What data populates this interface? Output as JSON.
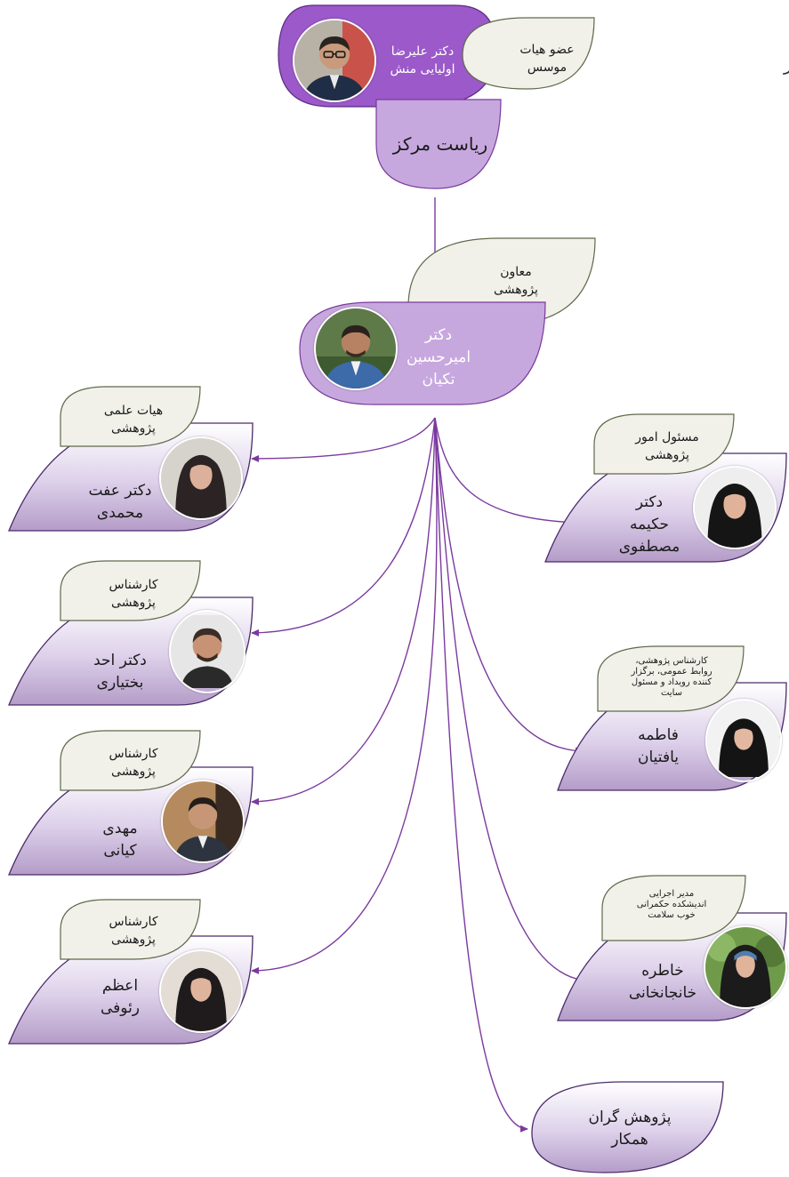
{
  "colors": {
    "line": "#7b3a9e",
    "head_fill": "#9b59c9",
    "title_fill": "#c7a8de",
    "role_fill": "#f1f1ea",
    "role_stroke": "#5f6a4a",
    "card_stroke": "#4b2a6b"
  },
  "director": {
    "name_line1": "دکتر علیرضا",
    "name_line2": "اولیایی منش",
    "role_line1": "عضو هیات",
    "role_line2": "موسس",
    "title": "ریاست مرکز",
    "photo_icon": "man-with-glasses-portrait"
  },
  "deputy": {
    "role_line1": "معاون",
    "role_line2": "پژوهشی",
    "name_line1": "دکتر",
    "name_line2": "امیرحسین",
    "name_line3": "تکیان",
    "photo_icon": "man-portrait"
  },
  "members": [
    {
      "role": [
        "هیات علمی",
        "پژوهشی"
      ],
      "name": [
        "دکتر عفت",
        "محمدی"
      ],
      "photo_icon": "woman-hijab-portrait"
    },
    {
      "role": [
        "کارشناس",
        "پژوهشی"
      ],
      "name": [
        "دکتر احد",
        "بختیاری"
      ],
      "photo_icon": "man-portrait"
    },
    {
      "role": [
        "کارشناس",
        "پژوهشی"
      ],
      "name": [
        "مهدی",
        "کیانی"
      ],
      "photo_icon": "man-portrait"
    },
    {
      "role": [
        "کارشناس",
        "پژوهشی"
      ],
      "name": [
        "اعظم",
        "رئوفی"
      ],
      "photo_icon": "woman-hijab-portrait"
    },
    {
      "role": [
        "مسئول امور",
        "پژوهشی"
      ],
      "name": [
        "دکتر",
        "حکیمه",
        "مصطفوی"
      ],
      "photo_icon": "woman-hijab-portrait"
    },
    {
      "role": [
        "کارشناس پژوهشی،",
        "روابط عمومی، برگزار",
        "کننده رویداد و مسئول",
        "سایت"
      ],
      "name": [
        "فاطمه",
        "یافتیان"
      ],
      "photo_icon": "woman-hijab-portrait"
    },
    {
      "role": [
        "مدیر اجرایی",
        "اندیشکده حکمرانی",
        "خوب سلامت"
      ],
      "name": [
        "خاطره",
        "خانجانخانی"
      ],
      "photo_icon": "woman-hijab-portrait"
    }
  ],
  "collaborators": {
    "line1": "پژوهش گران",
    "line2": "همکار"
  },
  "edge_mark": "ز"
}
